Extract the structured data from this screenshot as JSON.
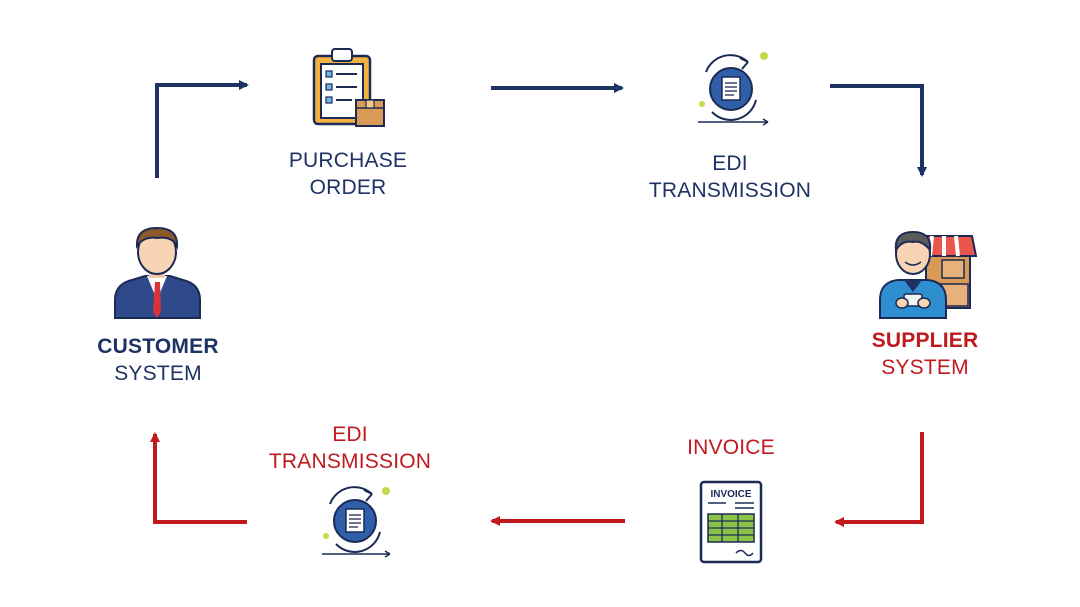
{
  "customer": {
    "title": "CUSTOMER",
    "subtitle": "SYSTEM"
  },
  "supplier": {
    "title": "SUPPLIER",
    "subtitle": "SYSTEM"
  },
  "steps": {
    "purchase_order": {
      "line1": "PURCHASE",
      "line2": "ORDER"
    },
    "edi_top": {
      "line1": "EDI",
      "line2": "TRANSMISSION"
    },
    "invoice": {
      "line1": "INVOICE"
    },
    "edi_bottom": {
      "line1": "EDI",
      "line2": "TRANSMISSION"
    }
  },
  "invoice_doc": {
    "heading": "INVOICE"
  },
  "colors": {
    "navy": "#1f3264",
    "red": "#c0191e"
  },
  "icons": [
    "customer-icon",
    "clipboard-icon",
    "edi-cycle-icon",
    "supplier-icon",
    "invoice-icon"
  ]
}
